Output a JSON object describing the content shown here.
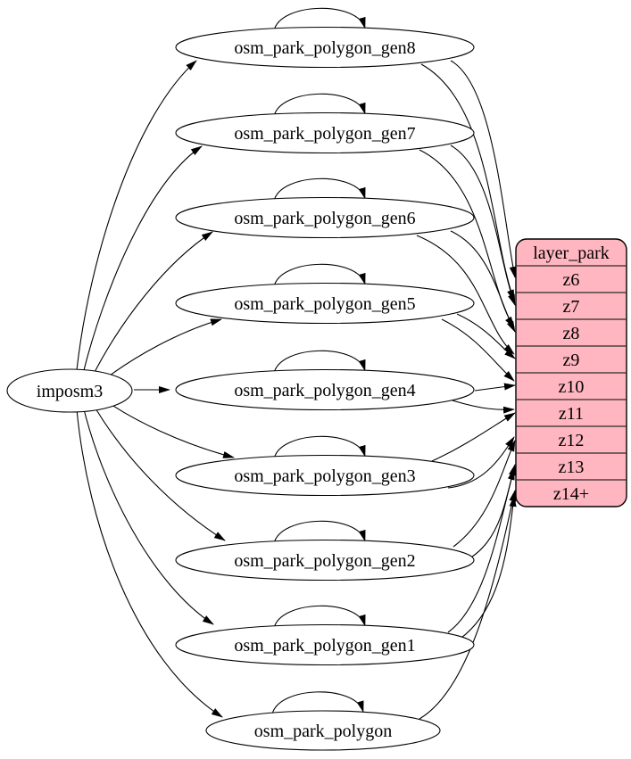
{
  "nodes": {
    "source": {
      "id": "imposm3",
      "label": "imposm3"
    },
    "tables": [
      {
        "id": "osm_park_polygon_gen8",
        "label": "osm_park_polygon_gen8"
      },
      {
        "id": "osm_park_polygon_gen7",
        "label": "osm_park_polygon_gen7"
      },
      {
        "id": "osm_park_polygon_gen6",
        "label": "osm_park_polygon_gen6"
      },
      {
        "id": "osm_park_polygon_gen5",
        "label": "osm_park_polygon_gen5"
      },
      {
        "id": "osm_park_polygon_gen4",
        "label": "osm_park_polygon_gen4"
      },
      {
        "id": "osm_park_polygon_gen3",
        "label": "osm_park_polygon_gen3"
      },
      {
        "id": "osm_park_polygon_gen2",
        "label": "osm_park_polygon_gen2"
      },
      {
        "id": "osm_park_polygon_gen1",
        "label": "osm_park_polygon_gen1"
      },
      {
        "id": "osm_park_polygon",
        "label": "osm_park_polygon"
      }
    ],
    "layer": {
      "id": "layer_park",
      "title": "layer_park",
      "rows": [
        "z6",
        "z7",
        "z8",
        "z9",
        "z10",
        "z11",
        "z12",
        "z13",
        "z14+"
      ]
    }
  },
  "edges": {
    "source_to_tables": [
      "osm_park_polygon_gen8",
      "osm_park_polygon_gen7",
      "osm_park_polygon_gen6",
      "osm_park_polygon_gen5",
      "osm_park_polygon_gen4",
      "osm_park_polygon_gen3",
      "osm_park_polygon_gen2",
      "osm_park_polygon_gen1",
      "osm_park_polygon"
    ],
    "self_loops": [
      "osm_park_polygon_gen8",
      "osm_park_polygon_gen7",
      "osm_park_polygon_gen6",
      "osm_park_polygon_gen5",
      "osm_park_polygon_gen4",
      "osm_park_polygon_gen3",
      "osm_park_polygon_gen2",
      "osm_park_polygon_gen1",
      "osm_park_polygon"
    ],
    "table_to_layer": [
      {
        "from": "osm_park_polygon_gen8",
        "to": "z6"
      },
      {
        "from": "osm_park_polygon_gen8",
        "to": "z7"
      },
      {
        "from": "osm_park_polygon_gen7",
        "to": "z7"
      },
      {
        "from": "osm_park_polygon_gen7",
        "to": "z8"
      },
      {
        "from": "osm_park_polygon_gen6",
        "to": "z8"
      },
      {
        "from": "osm_park_polygon_gen6",
        "to": "z9"
      },
      {
        "from": "osm_park_polygon_gen5",
        "to": "z9"
      },
      {
        "from": "osm_park_polygon_gen5",
        "to": "z10"
      },
      {
        "from": "osm_park_polygon_gen4",
        "to": "z10"
      },
      {
        "from": "osm_park_polygon_gen4",
        "to": "z11"
      },
      {
        "from": "osm_park_polygon_gen3",
        "to": "z11"
      },
      {
        "from": "osm_park_polygon_gen3",
        "to": "z12"
      },
      {
        "from": "osm_park_polygon_gen2",
        "to": "z12"
      },
      {
        "from": "osm_park_polygon_gen2",
        "to": "z13"
      },
      {
        "from": "osm_park_polygon_gen1",
        "to": "z13"
      },
      {
        "from": "osm_park_polygon_gen1",
        "to": "z14+"
      },
      {
        "from": "osm_park_polygon",
        "to": "z14+"
      }
    ]
  },
  "colors": {
    "layer_fill": "#ffb6c1",
    "node_fill": "#ffffff",
    "stroke": "#000000",
    "background": "#ffffff"
  }
}
